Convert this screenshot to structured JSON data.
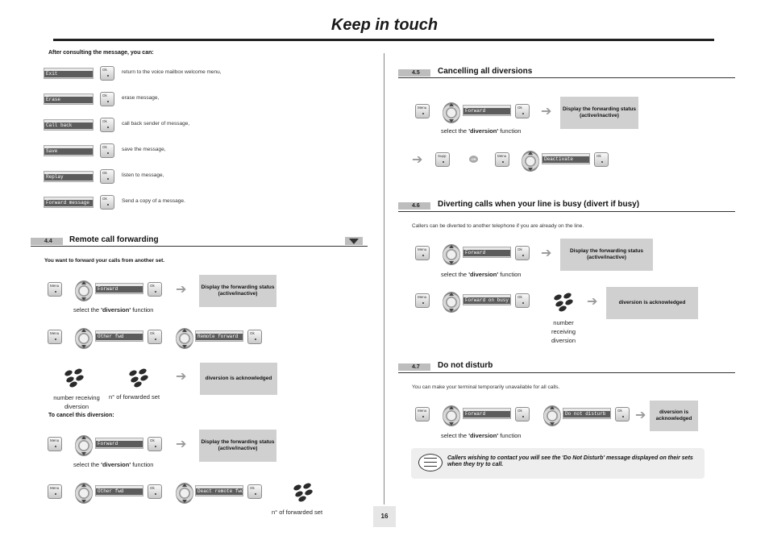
{
  "header": {
    "title": "Keep in touch"
  },
  "page_number": "16",
  "left": {
    "after_consulting": {
      "heading": "After consulting the message, you can:",
      "items": [
        {
          "display": "Exit",
          "key": "Ok",
          "desc": "return to the voice mailbox welcome menu,"
        },
        {
          "display": "Erase",
          "key": "Ok",
          "desc": "erase message,"
        },
        {
          "display": "Call back",
          "key": "Ok",
          "desc": "call back sender of message,"
        },
        {
          "display": "Save",
          "key": "Ok",
          "desc": "save the message,"
        },
        {
          "display": "Replay",
          "key": "Ok",
          "desc": "listen to message,"
        },
        {
          "display": "Forward message",
          "key": "Ok",
          "desc": "Send a copy of a message."
        }
      ]
    },
    "remote": {
      "num": "4.4",
      "title": "Remote call forwarding",
      "intro": "You want to forward your calls from another set.",
      "menu_key": "Menu",
      "ok_key": "Ok",
      "lcd_forward": "Forward",
      "lcd_other": "Other fwd",
      "lcd_remote": "Remote forward",
      "status_box": "Display the forwarding status (active/inactive)",
      "ack_box": "diversion is acknowledged",
      "select_prefix": "select the ",
      "select_fn": "'diversion'",
      "select_suffix": " function",
      "num_receiving": "number receiving diversion",
      "num_forwarded": "n° of forwarded set",
      "cancel_heading": "To cancel this diversion:",
      "lcd_deact": "Deact remote fwd",
      "num_forwarded2": "n° of forwarded set"
    }
  },
  "right": {
    "cancel_all": {
      "num": "4.5",
      "title": "Cancelling all diversions",
      "menu_key": "Menu",
      "ok_key": "Ok",
      "lcd_forward": "Forward",
      "status_box": "Display the forwarding status (active/inactive)",
      "select_prefix": "select the ",
      "select_fn": "'diversion'",
      "select_suffix": " function",
      "supp_key": "Supp",
      "or_label": "OR",
      "lcd_deactivate": "Deactivate"
    },
    "busy": {
      "num": "4.6",
      "title": "Diverting calls when your line is busy (divert if busy)",
      "intro": "Callers can be diverted to another telephone if you are already on the line.",
      "menu_key": "Menu",
      "ok_key": "Ok",
      "lcd_forward": "Forward",
      "status_box": "Display the forwarding status (active/inactive)",
      "select_prefix": "select the ",
      "select_fn": "'diversion'",
      "select_suffix": " function",
      "lcd_on_busy": "Forward on busy",
      "ack_box": "diversion is acknowledged",
      "num_receiving": "number receiving diversion"
    },
    "dnd": {
      "num": "4.7",
      "title": "Do not disturb",
      "intro": "You can make your terminal temporarily unavailable for all calls.",
      "menu_key": "Menu",
      "ok_key": "Ok",
      "lcd_forward": "Forward",
      "lcd_dnd": "Do not disturb",
      "ack_box": "diversion is acknowledged",
      "select_prefix": "select the ",
      "select_fn": "'diversion'",
      "select_suffix": " function",
      "note": "Callers wishing to contact you will see the 'Do Not Disturb' message displayed on their sets when they try to call."
    }
  }
}
